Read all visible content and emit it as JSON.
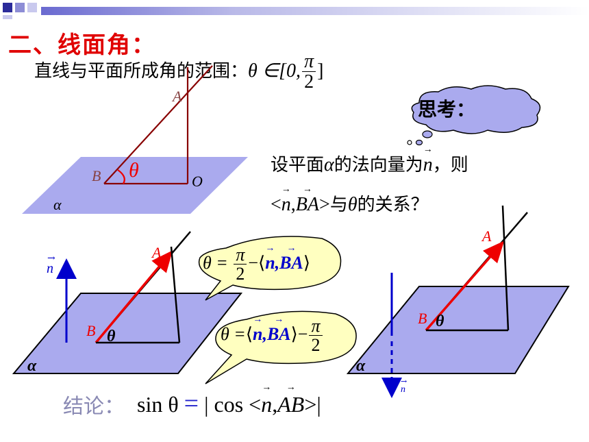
{
  "header": {
    "title": "二、线面角：",
    "range_text": "直线与平面所成角的范围：",
    "range_math_open": "θ ∈[0,",
    "range_frac_num": "π",
    "range_frac_den": "2",
    "range_math_close": "]"
  },
  "thought_bubble": {
    "label": "思考："
  },
  "question": {
    "line1_prefix": "设平面",
    "line1_alpha": "α",
    "line1_mid": "的法向量为",
    "line1_n": "n",
    "line1_suffix": "，则",
    "line2_open": "<",
    "line2_n": "n",
    "line2_comma": ",",
    "line2_BA": "BA",
    "line2_close": ">",
    "line2_suffix_a": "与",
    "line2_theta": "θ",
    "line2_suffix_b": "的关系？"
  },
  "diagram_top": {
    "point_A": "A",
    "point_B": "B",
    "point_O": "O",
    "angle": "θ",
    "plane": "α"
  },
  "diagram_left": {
    "normal": "n",
    "point_A": "A",
    "point_B": "B",
    "angle": "θ",
    "plane": "α"
  },
  "diagram_right": {
    "normal": "n",
    "point_A": "A",
    "point_B": "B",
    "angle": "θ",
    "plane": "α"
  },
  "bubble1": {
    "lhs": "θ =",
    "frac_num": "π",
    "frac_den": "2",
    "minus": "−",
    "lang": "⟨",
    "n": "n",
    "comma": ",",
    "BA": "BA",
    "rang": "⟩"
  },
  "bubble2": {
    "lhs": "θ =",
    "lang": "⟨",
    "n": "n",
    "comma": ",",
    "BA": "BA",
    "rang": "⟩",
    "minus": "−",
    "frac_num": "π",
    "frac_den": "2"
  },
  "conclusion": {
    "label": "结论：",
    "lhs": "sin θ",
    "eq": "=",
    "rhs_open": "| cos <",
    "n": "n",
    "comma": ",",
    "AB": "AB",
    "rhs_close": ">|"
  },
  "colors": {
    "title": "#e00000",
    "plane_fill": "#aaaaee",
    "segment_red": "#ee0000",
    "line_dark_red": "#880000",
    "normal_blue": "#0000cc",
    "bubble_fill": "#ffffc0",
    "cloud_fill": "#aaaaee"
  }
}
